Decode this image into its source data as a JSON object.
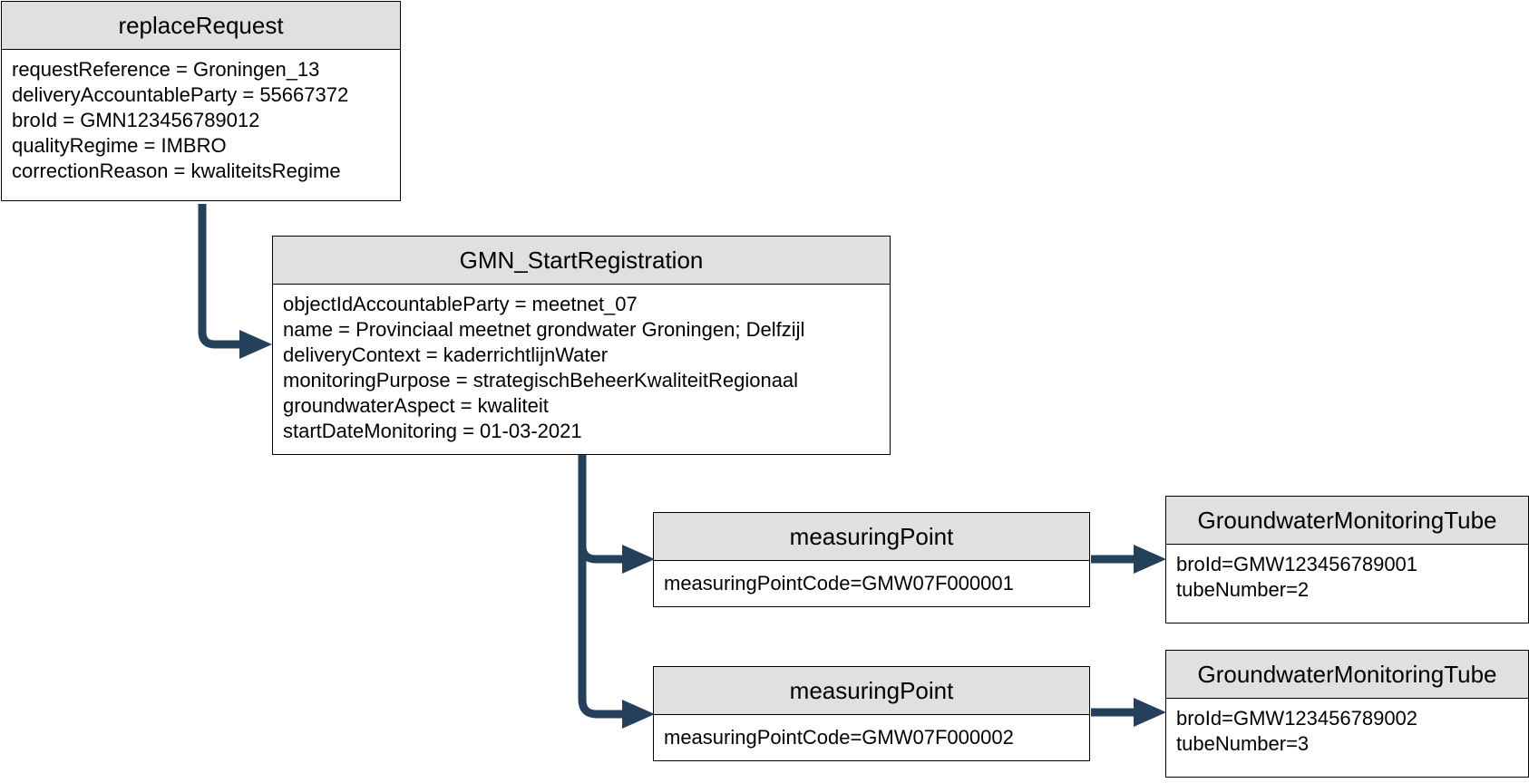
{
  "colors": {
    "connector": "#24405a",
    "header_fill": "#e0e0e0",
    "border": "#000000"
  },
  "boxes": [
    {
      "title": "replaceRequest",
      "attributes": [
        "requestReference = Groningen_13",
        "deliveryAccountableParty = 55667372",
        "broId = GMN123456789012",
        "qualityRegime = IMBRO",
        "correctionReason = kwaliteitsRegime"
      ]
    },
    {
      "title": "GMN_StartRegistration",
      "attributes": [
        "objectIdAccountableParty = meetnet_07",
        "name = Provinciaal meetnet grondwater Groningen; Delfzijl",
        "deliveryContext = kaderrichtlijnWater",
        "monitoringPurpose = strategischBeheerKwaliteitRegionaal",
        "groundwaterAspect = kwaliteit",
        "startDateMonitoring = 01-03-2021"
      ]
    },
    {
      "title": "measuringPoint",
      "attributes": [
        "measuringPointCode=GMW07F000001"
      ]
    },
    {
      "title": "GroundwaterMonitoringTube",
      "attributes": [
        "broId=GMW123456789001",
        "tubeNumber=2"
      ]
    },
    {
      "title": "measuringPoint",
      "attributes": [
        "measuringPointCode=GMW07F000002"
      ]
    },
    {
      "title": "GroundwaterMonitoringTube",
      "attributes": [
        "broId=GMW123456789002",
        "tubeNumber=3"
      ]
    }
  ]
}
